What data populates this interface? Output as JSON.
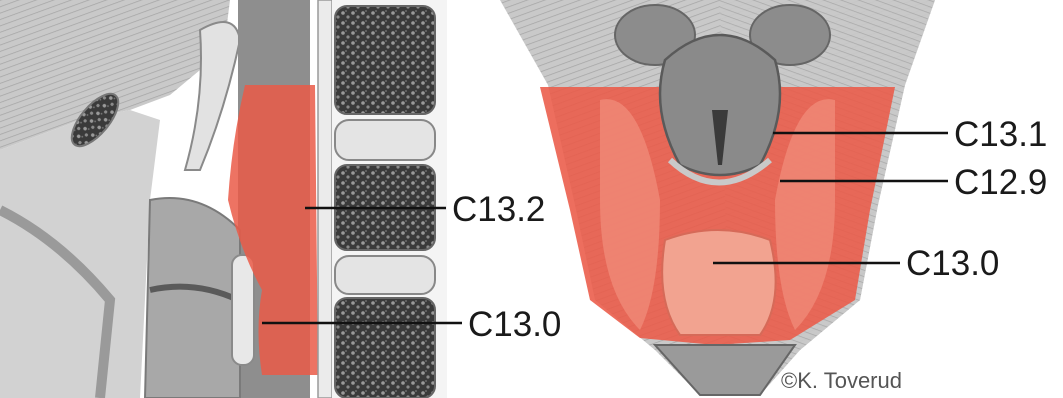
{
  "left_panel": {
    "labels": [
      {
        "id": "upper",
        "text": "C13.2"
      },
      {
        "id": "lower",
        "text": "C13.0"
      }
    ]
  },
  "right_panel": {
    "labels": [
      {
        "id": "top",
        "text": "C13.1"
      },
      {
        "id": "middle",
        "text": "C12.9"
      },
      {
        "id": "bottom",
        "text": "C13.0"
      }
    ]
  },
  "credit": "©K. Toverud",
  "colors": {
    "highlight": "#ea5a48",
    "bone": "#3a3a3a",
    "disc": "#e4e4e4",
    "soft_tissue": "#b8b8b8"
  }
}
